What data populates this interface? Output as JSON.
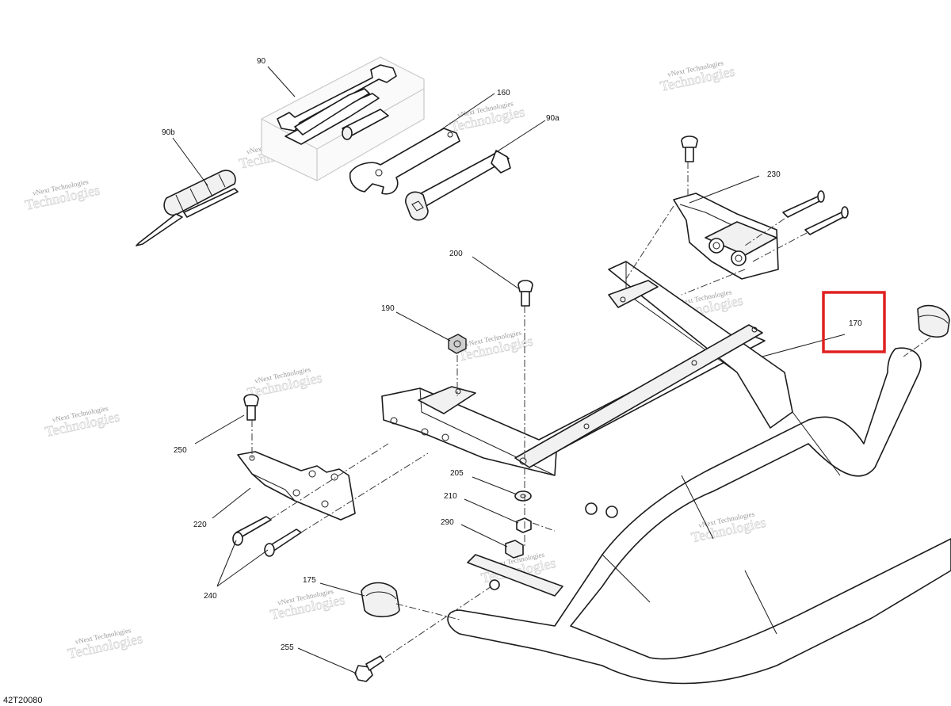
{
  "diagram": {
    "document_id": "42T20080",
    "watermark": {
      "line1": "vNext Technologies",
      "line2": "Technologies"
    },
    "callouts": [
      {
        "id": "c90",
        "label": "90"
      },
      {
        "id": "c90b",
        "label": "90b"
      },
      {
        "id": "c160",
        "label": "160"
      },
      {
        "id": "c90a",
        "label": "90a"
      },
      {
        "id": "c230",
        "label": "230"
      },
      {
        "id": "c200",
        "label": "200"
      },
      {
        "id": "c190",
        "label": "190"
      },
      {
        "id": "c170",
        "label": "170"
      },
      {
        "id": "c250",
        "label": "250"
      },
      {
        "id": "c220",
        "label": "220"
      },
      {
        "id": "c240",
        "label": "240"
      },
      {
        "id": "c205",
        "label": "205"
      },
      {
        "id": "c210",
        "label": "210"
      },
      {
        "id": "c290",
        "label": "290"
      },
      {
        "id": "c175",
        "label": "175"
      },
      {
        "id": "c255",
        "label": "255"
      }
    ],
    "highlighted_callout": "170",
    "highlight_color": "#e02020",
    "line_color": "#1c1c1c"
  }
}
